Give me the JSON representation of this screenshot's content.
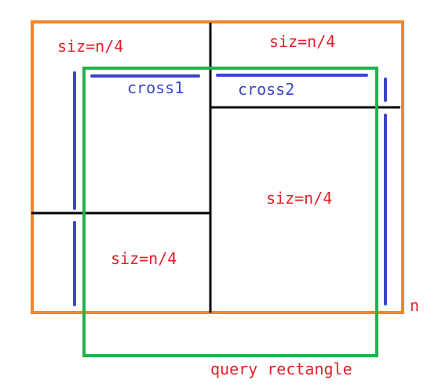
{
  "colors": {
    "outer_square": "#f5842a",
    "query_rectangle": "#22b24c",
    "split_lines": "#000000",
    "cross_marks": "#3b47c8",
    "labels_red": "#e0202a",
    "labels_blue": "#3b47c8"
  },
  "labels": {
    "top_left_size": "siz=n/4",
    "top_right_size": "siz=n/4",
    "right_middle_size": "siz=n/4",
    "bottom_left_size": "siz=n/4",
    "cross1": "cross1",
    "cross2": "cross2",
    "side_length": "n",
    "query_rectangle": "query rectangle"
  }
}
